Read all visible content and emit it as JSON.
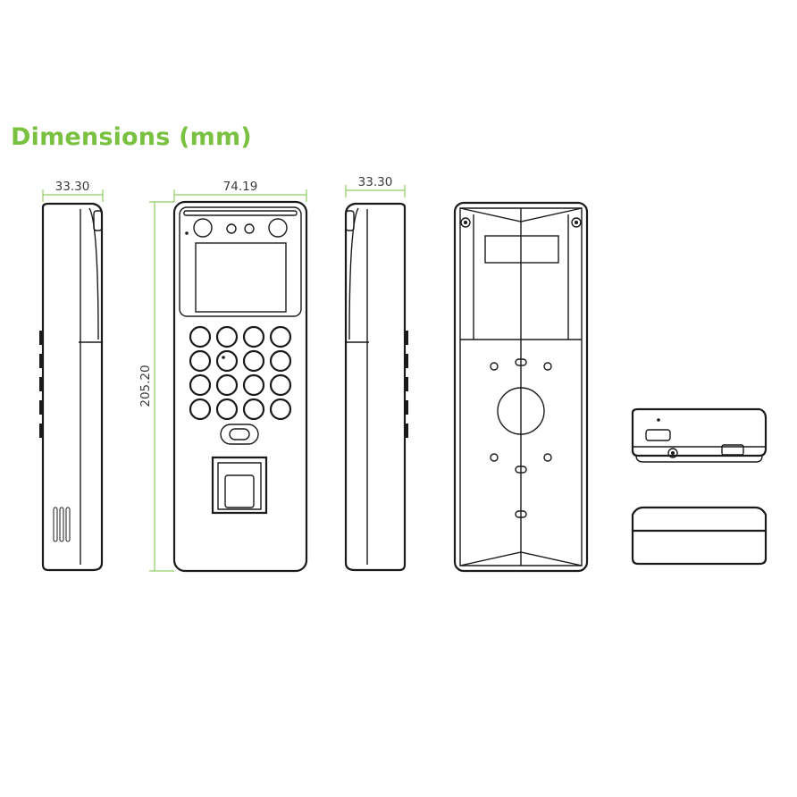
{
  "title": "Dimensions (mm)",
  "dimensions": {
    "side_left_depth": "33.30",
    "front_width": "74.19",
    "front_height": "205.20",
    "side_right_depth": "33.30"
  },
  "colors": {
    "accent": "#7ac142",
    "line": "#1a1a1a",
    "label": "#3a3a3a"
  }
}
